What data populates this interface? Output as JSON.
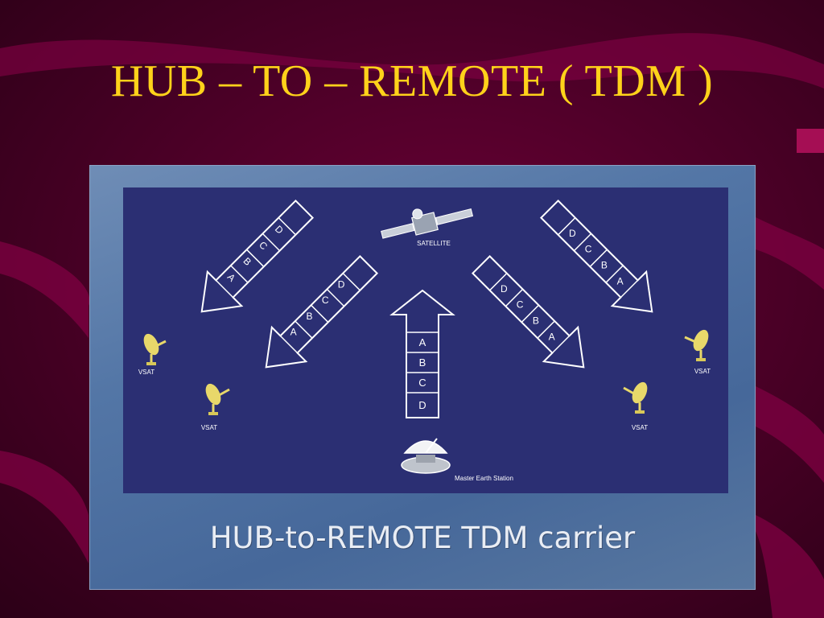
{
  "slide": {
    "title": "HUB – TO – REMOTE ( TDM )"
  },
  "figure": {
    "caption": "HUB-to-REMOTE TDM carrier",
    "satellite_label": "SATELLITE",
    "master_station_label": "Master Earth Station",
    "vsat_label": "VSAT",
    "uplink_cells": [
      "A",
      "B",
      "C",
      "D"
    ],
    "downlink_left_cells": [
      "A",
      "B",
      "C",
      "D"
    ],
    "downlink_right_cells": [
      "D",
      "C",
      "B",
      "A"
    ]
  },
  "colors": {
    "background": "#4e0028",
    "title": "#ffd21a",
    "panel": "#2b2f73",
    "frame": "#5376a6",
    "arrow_stroke": "#ffffff",
    "antenna": "#e8d86a"
  }
}
